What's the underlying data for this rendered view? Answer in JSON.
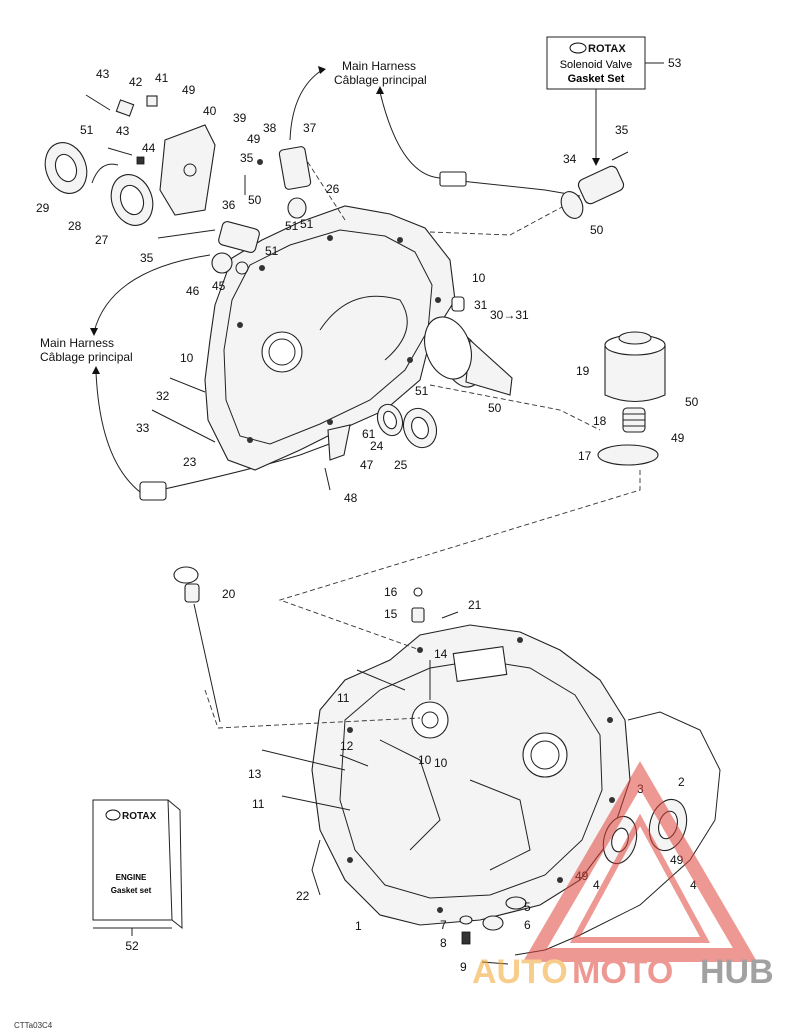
{
  "harness_labels": [
    {
      "line1": "Main Harness",
      "line2": "Câblage principal"
    },
    {
      "line1": "Main Harness",
      "line2": "Câblage principal"
    }
  ],
  "solenoid_box": {
    "brand": "ROTAX",
    "line1": "Solenoid Valve",
    "line2": "Gasket Set",
    "number": "53"
  },
  "gasket_kit": {
    "brand": "ROTAX",
    "line1": "ENGINE",
    "line2": "Gasket set",
    "number": "52"
  },
  "callouts": [
    "1",
    "2",
    "3",
    "4",
    "4",
    "5",
    "6",
    "7",
    "8",
    "9",
    "10",
    "10",
    "10",
    "10",
    "11",
    "11",
    "12",
    "13",
    "14",
    "15",
    "16",
    "17",
    "18",
    "19",
    "20",
    "21",
    "22",
    "23",
    "24",
    "25",
    "26",
    "27",
    "28",
    "29",
    "30→31",
    "31",
    "32",
    "33",
    "35",
    "35",
    "35",
    "36",
    "37",
    "38",
    "39",
    "40",
    "41",
    "42",
    "43",
    "43",
    "44",
    "45",
    "46",
    "47",
    "48",
    "34"
  ],
  "loctite_marks": [
    "49",
    "49",
    "49",
    "49",
    "49",
    "50",
    "50",
    "50",
    "50",
    "51",
    "51",
    "51",
    "51",
    "51",
    "61"
  ],
  "drawing_code": "CTTa03C4",
  "watermark": {
    "part1": "AUTO",
    "part2": "MOTO",
    "part3": "HUB"
  }
}
